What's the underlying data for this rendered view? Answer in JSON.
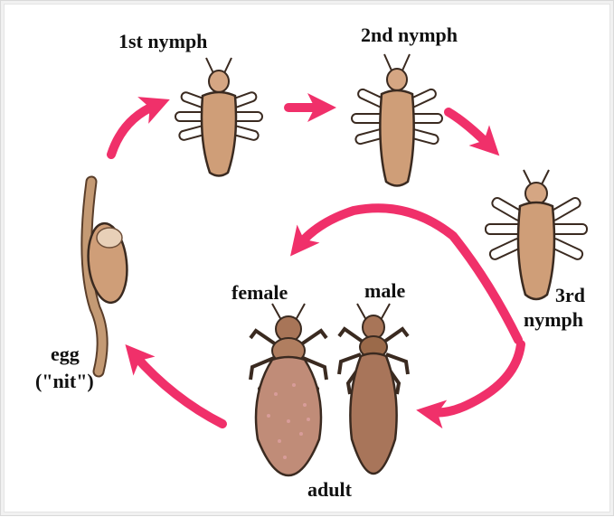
{
  "labels": {
    "nymph1": "1st nymph",
    "nymph2": "2nd nymph",
    "nymph3_line1": "3rd",
    "nymph3_line2": "nymph",
    "female": "female",
    "male": "male",
    "adult": "adult",
    "egg_line1": "egg",
    "egg_line2": "(\"nit\")"
  },
  "colors": {
    "arrow": "#f0306a",
    "body": "#cf9e78",
    "body_dark": "#9b6a4a",
    "female_body": "#c08c78",
    "male_body": "#a8755a",
    "legs": "#ffffff",
    "outline": "#3a2a20",
    "stalk": "#c49a74"
  }
}
